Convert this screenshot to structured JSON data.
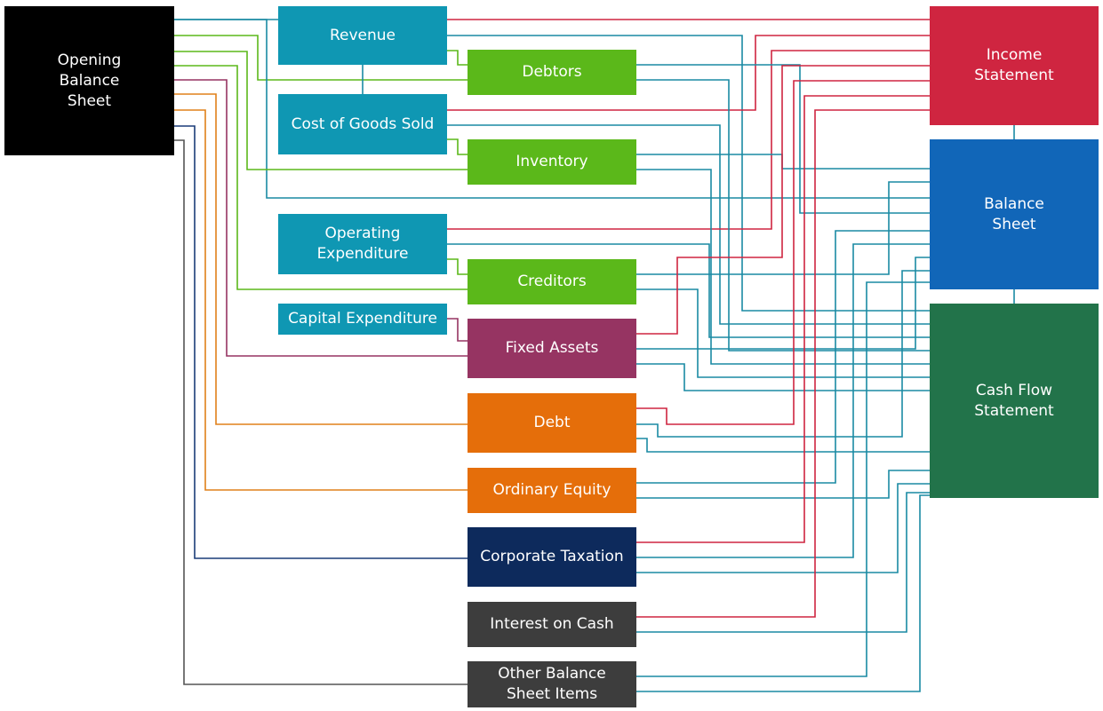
{
  "colors": {
    "black": "#000000",
    "teal": "#0f97b3",
    "green": "#5bb81a",
    "purple": "#963462",
    "orange": "#e56e0a",
    "navy": "#0d2a5c",
    "grey": "#3d3d3d",
    "red": "#cf2540",
    "blue": "#1166b8",
    "darkgreen": "#22734a",
    "line_teal": "#1a8aa3",
    "line_red": "#cf2540",
    "line_green": "#5bb81a",
    "line_purple": "#963462",
    "line_orange": "#e0801a",
    "line_navy": "#1a3c78",
    "line_grey": "#555555"
  },
  "nodes": {
    "opening_balance_sheet": "Opening\nBalance\nSheet",
    "revenue": "Revenue",
    "cost_of_goods_sold": "Cost of Goods Sold",
    "operating_expenditure": "Operating\nExpenditure",
    "capital_expenditure": "Capital Expenditure",
    "debtors": "Debtors",
    "inventory": "Inventory",
    "creditors": "Creditors",
    "fixed_assets": "Fixed Assets",
    "debt": "Debt",
    "ordinary_equity": "Ordinary Equity",
    "corporate_taxation": "Corporate Taxation",
    "interest_on_cash": "Interest on Cash",
    "other_balance_sheet_items": "Other Balance\nSheet Items",
    "income_statement": "Income\nStatement",
    "balance_sheet": "Balance\nSheet",
    "cash_flow_statement": "Cash Flow\nStatement"
  }
}
